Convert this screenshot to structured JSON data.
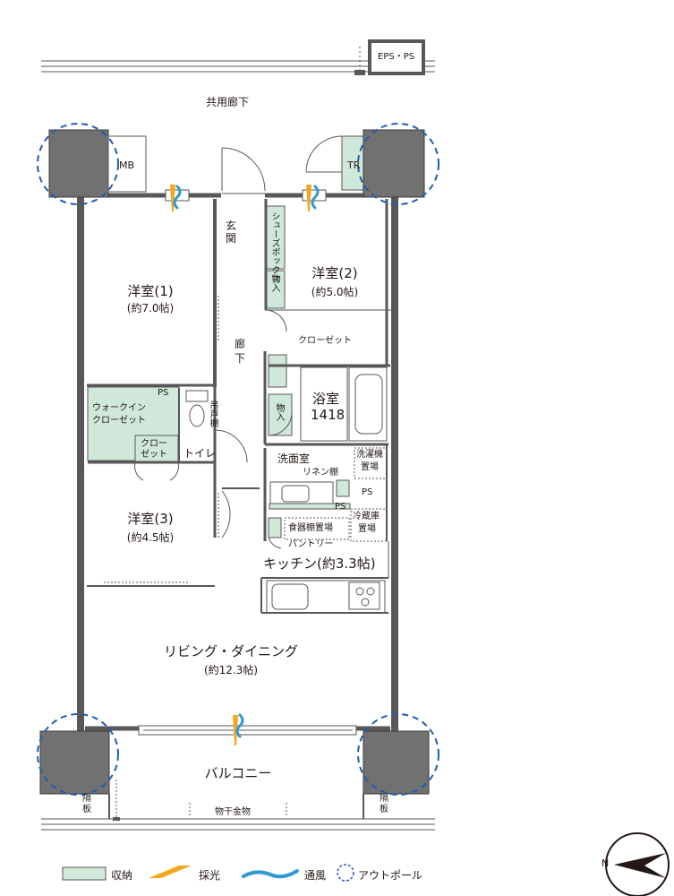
{
  "labels": {
    "eps_ps": "EPS・PS",
    "corridor_common": "共用廊下",
    "mb": "MB",
    "tr": "TR",
    "entrance": "玄関",
    "shoes_box": "シューズボックス",
    "storage": "物入",
    "storage2": "物入",
    "hallway": "廊下",
    "closet": "クローゼット",
    "room1": "洋室(1)",
    "room1_size": "(約7.0帖)",
    "room2": "洋室(2)",
    "room2_size": "(約5.0帖)",
    "room3": "洋室(3)",
    "room3_size": "(約4.5帖)",
    "walkin_1": "ウォークイン",
    "walkin_2": "クローゼット",
    "ps1": "PS",
    "ps2": "PS",
    "ps3": "PS",
    "hanging_shelf": "吊戸棚",
    "toilet": "トイレ",
    "closet_small_1": "クロー",
    "closet_small_2": "ゼット",
    "bath": "浴室",
    "bath_size": "1418",
    "washroom": "洗面室",
    "linen": "リネン棚",
    "washer_1": "洗濯機",
    "washer_2": "置場",
    "fridge_1": "冷蔵庫",
    "fridge_2": "置場",
    "dish_shelf": "食器棚置場",
    "pantry": "パントリー",
    "kitchen": "キッチン(約3.3帖)",
    "living": "リビング・ダイニング",
    "living_size": "(約12.3帖)",
    "balcony": "バルコニー",
    "partition_l": "隔板",
    "partition_r": "隔板",
    "laundry_hardware": "物干金物",
    "compass_n": "N"
  },
  "legend": [
    {
      "label": "収納",
      "color": "#cfe8d9"
    },
    {
      "label": "採光",
      "color": "#f3a81e"
    },
    {
      "label": "通風",
      "color": "#2f9ad6"
    },
    {
      "label": "アウトポール",
      "color": "#2c5aa8"
    }
  ],
  "colors": {
    "wall": "#595757",
    "pillar": "#727171",
    "storage": "#cfe8d9",
    "outpole": "#1d5fb0",
    "light": "#f3a81e",
    "wind": "#2f9ad6"
  }
}
